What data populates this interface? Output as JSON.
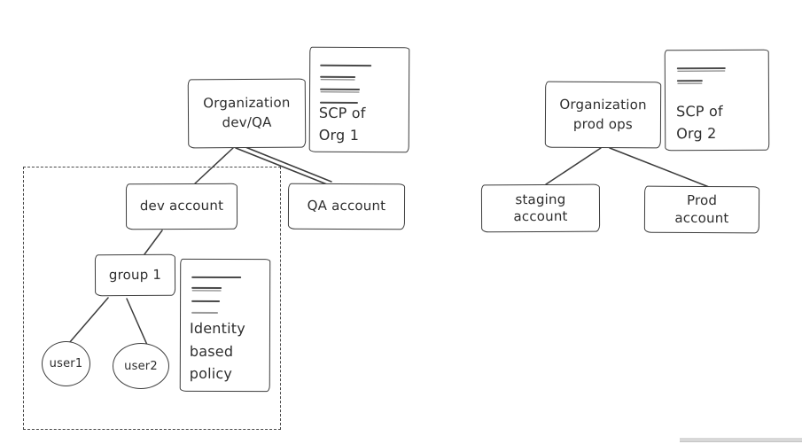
{
  "diagram": {
    "stroke_color": "#3c3c3c",
    "background": "#ffffff",
    "org_dev_qa": {
      "org_label_line1": "Organization",
      "org_label_line2": "dev/QA",
      "scp_doc_line1": "SCP of",
      "scp_doc_line2": "Org 1",
      "dev_account_label": "dev account",
      "qa_account_label": "QA account",
      "group_label": "group 1",
      "user1_label": "user1",
      "user2_label": "user2",
      "identity_policy_line1": "Identity",
      "identity_policy_line2": "based",
      "identity_policy_line3": "policy"
    },
    "org_prod_ops": {
      "org_label_line1": "Organization",
      "org_label_line2": "prod ops",
      "scp_doc_line1": "SCP of",
      "scp_doc_line2": "Org 2",
      "staging_account_line1": "staging",
      "staging_account_line2": "account",
      "prod_account_line1": "Prod",
      "prod_account_line2": "account"
    }
  }
}
